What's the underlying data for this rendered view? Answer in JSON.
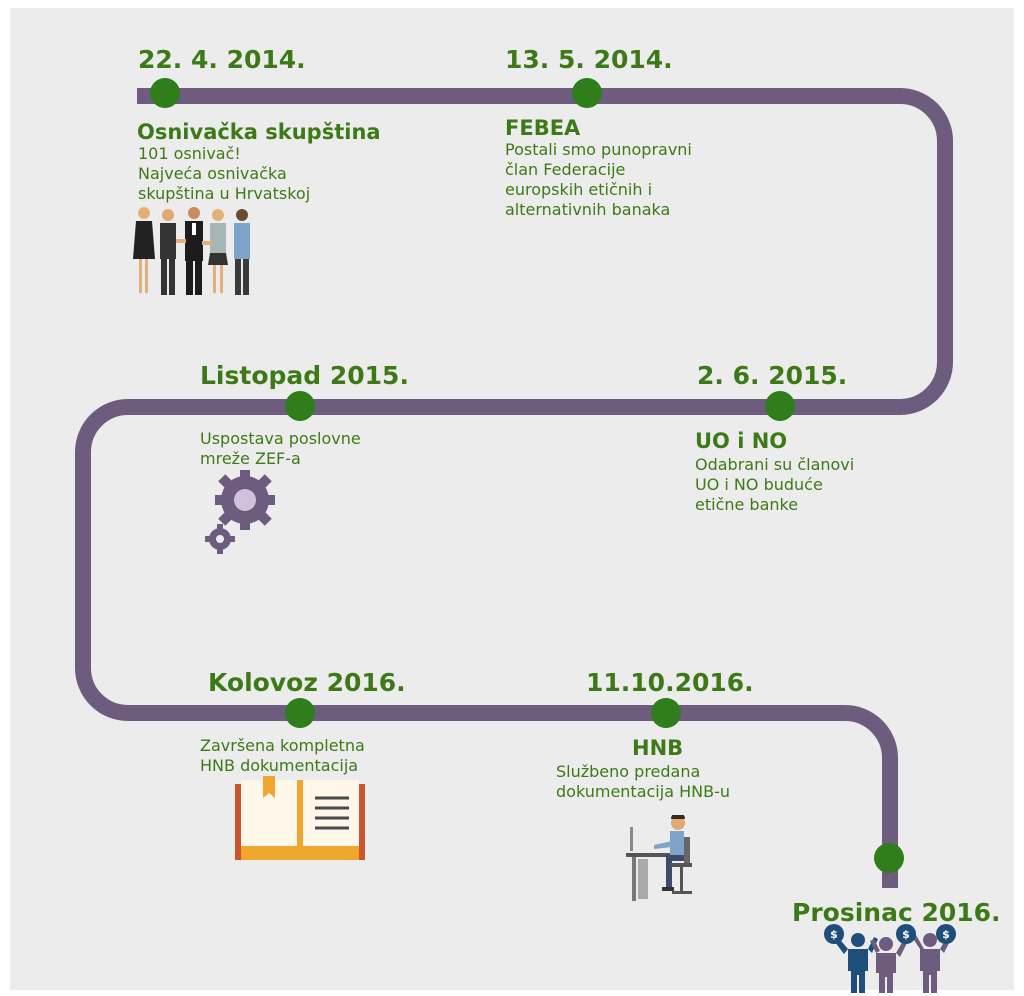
{
  "events": [
    {
      "date": "22. 4. 2014.",
      "title": "Osnivačka skupština",
      "lines": [
        "101 osnivač!",
        "Najveća osnivačka",
        "skupština u Hrvatskoj"
      ],
      "icon": "people-handshake-icon"
    },
    {
      "date": "13. 5. 2014.",
      "title": "FEBEA",
      "lines": [
        "Postali smo punopravni",
        "član Federacije",
        "europskih etičnih i",
        "alternativnih banaka"
      ]
    },
    {
      "date": "2. 6. 2015.",
      "title": "UO i NO",
      "lines": [
        "Odabrani su članovi",
        "UO i NO buduće",
        "etične banke"
      ]
    },
    {
      "date": "Listopad 2015.",
      "lines": [
        "Uspostava poslovne",
        "mreže ZEF-a"
      ],
      "icon": "gears-icon"
    },
    {
      "date": "Kolovoz 2016.",
      "lines": [
        "Završena kompletna",
        "HNB dokumentacija"
      ],
      "icon": "open-book-icon"
    },
    {
      "date": "11.10.2016.",
      "title": "HNB",
      "lines": [
        "Službeno predana",
        "dokumentacija HNB-u"
      ],
      "icon": "person-at-computer-icon"
    },
    {
      "date": "Prosinac 2016.",
      "icon": "people-money-bags-icon"
    }
  ],
  "colors": {
    "track": "#6e5c7e",
    "milestone": "#2f7d1b",
    "text": "#3d7a17",
    "background": "#ececec"
  }
}
